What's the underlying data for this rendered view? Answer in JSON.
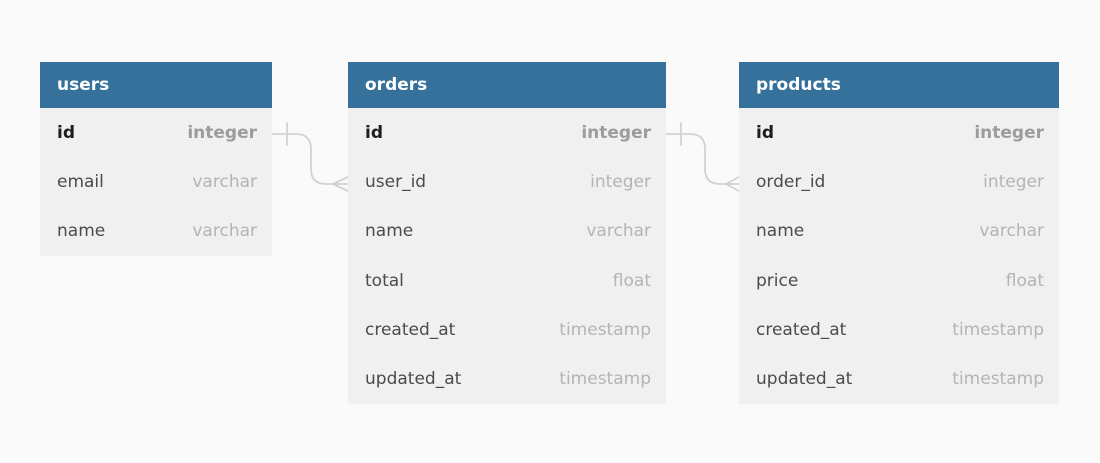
{
  "diagram": {
    "colors": {
      "page_bg": "#fafafa",
      "header_bg": "#36719c",
      "header_text": "#ffffff",
      "body_bg": "#f0f0f0",
      "field_name": "#4b4b4b",
      "field_type": "#b4b4b4",
      "pk_name": "#1d1d1d",
      "pk_type": "#9c9c9c",
      "connector": "#d2d2d2"
    },
    "tables": [
      {
        "name": "users",
        "fields": [
          {
            "name": "id",
            "type": "integer",
            "pk": true
          },
          {
            "name": "email",
            "type": "varchar",
            "pk": false
          },
          {
            "name": "name",
            "type": "varchar",
            "pk": false
          }
        ]
      },
      {
        "name": "orders",
        "fields": [
          {
            "name": "id",
            "type": "integer",
            "pk": true
          },
          {
            "name": "user_id",
            "type": "integer",
            "pk": false
          },
          {
            "name": "name",
            "type": "varchar",
            "pk": false
          },
          {
            "name": "total",
            "type": "float",
            "pk": false
          },
          {
            "name": "created_at",
            "type": "timestamp",
            "pk": false
          },
          {
            "name": "updated_at",
            "type": "timestamp",
            "pk": false
          }
        ]
      },
      {
        "name": "products",
        "fields": [
          {
            "name": "id",
            "type": "integer",
            "pk": true
          },
          {
            "name": "order_id",
            "type": "integer",
            "pk": false
          },
          {
            "name": "name",
            "type": "varchar",
            "pk": false
          },
          {
            "name": "price",
            "type": "float",
            "pk": false
          },
          {
            "name": "created_at",
            "type": "timestamp",
            "pk": false
          },
          {
            "name": "updated_at",
            "type": "timestamp",
            "pk": false
          }
        ]
      }
    ],
    "relationships": [
      {
        "from": "users.id",
        "to": "orders.user_id",
        "cardinality": "one-to-many"
      },
      {
        "from": "orders.id",
        "to": "products.order_id",
        "cardinality": "one-to-many"
      }
    ]
  }
}
